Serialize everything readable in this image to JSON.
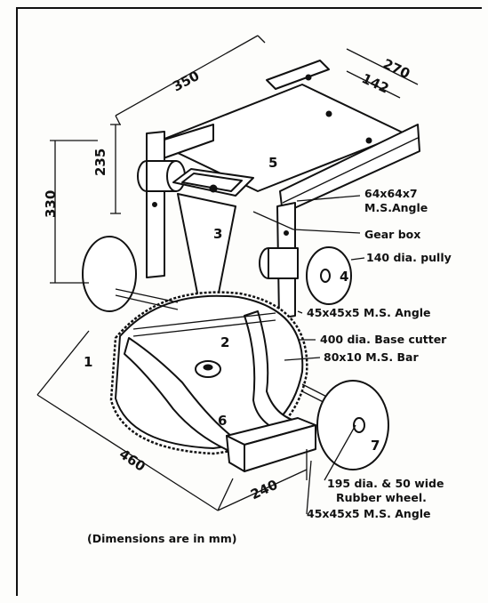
{
  "dimensions": {
    "d350": "350",
    "d270": "270",
    "d142": "142",
    "d235": "235",
    "d330": "330",
    "d460": "460",
    "d240": "240"
  },
  "parts": {
    "p1": "1",
    "p2": "2",
    "p3": "3",
    "p4": "4",
    "p5": "5",
    "p6": "6",
    "p7": "7"
  },
  "callouts": {
    "angle_64_line1": "64x64x7",
    "angle_64_line2": "M.S.Angle",
    "gear_box": "Gear box",
    "pully": "140 dia. pully",
    "angle_45_top": "45x45x5 M.S. Angle",
    "base_cutter": "400 dia. Base cutter",
    "ms_bar": "80x10 M.S. Bar",
    "wheel_line1": "195 dia. & 50 wide",
    "wheel_line2": "Rubber wheel.",
    "angle_45_bottom": "45x45x5 M.S. Angle"
  },
  "caption": "(Dimensions are in mm)"
}
